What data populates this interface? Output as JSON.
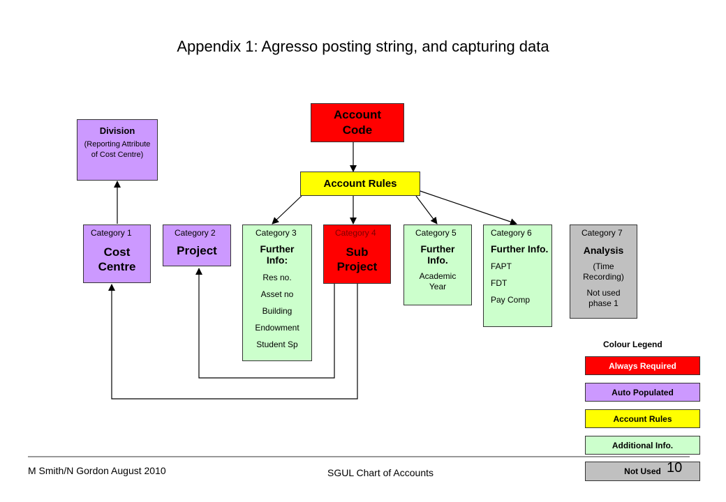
{
  "title": "Appendix 1: Agresso posting string, and capturing data",
  "account_code": "Account Code",
  "account_rules": "Account Rules",
  "division": {
    "title": "Division",
    "note": "(Reporting Attribute of Cost Centre)"
  },
  "categories": [
    {
      "label": "Category 1",
      "title": "Cost Centre",
      "items": []
    },
    {
      "label": "Category 2",
      "title": "Project",
      "items": []
    },
    {
      "label": "Category 3",
      "title": "Further Info:",
      "items": [
        "Res no.",
        "Asset no",
        "Building",
        "Endowment",
        "Student Sp"
      ]
    },
    {
      "label": "Category 4",
      "title": "Sub Project",
      "items": []
    },
    {
      "label": "Category 5",
      "title": "Further Info.",
      "items": [
        "Academic Year"
      ]
    },
    {
      "label": "Category 6",
      "title": "Further Info.",
      "items": [
        "FAPT",
        "FDT",
        "Pay Comp"
      ]
    },
    {
      "label": "Category 7",
      "title": "Analysis",
      "items": [
        "(Time Recording)",
        "Not used phase 1"
      ]
    }
  ],
  "legend": {
    "title": "Colour Legend",
    "entries": [
      {
        "label": "Always Required",
        "color": "#ff0000"
      },
      {
        "label": "Auto Populated",
        "color": "#cc99ff"
      },
      {
        "label": "Account Rules",
        "color": "#ffff00"
      },
      {
        "label": "Additional Info.",
        "color": "#ccffcc"
      },
      {
        "label": "Not Used",
        "color": "#c0c0c0"
      }
    ]
  },
  "footer": {
    "author": "M Smith/N Gordon August 2010",
    "center": "SGUL Chart of Accounts",
    "page_number": "10"
  }
}
